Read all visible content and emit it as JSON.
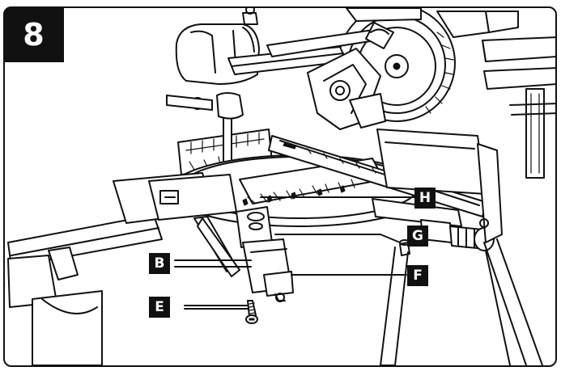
{
  "figure": {
    "step_number": "8",
    "callouts": [
      {
        "id": "H",
        "label": "H"
      },
      {
        "id": "G",
        "label": "G"
      },
      {
        "id": "B",
        "label": "B"
      },
      {
        "id": "F",
        "label": "F"
      },
      {
        "id": "E",
        "label": "E"
      }
    ]
  }
}
